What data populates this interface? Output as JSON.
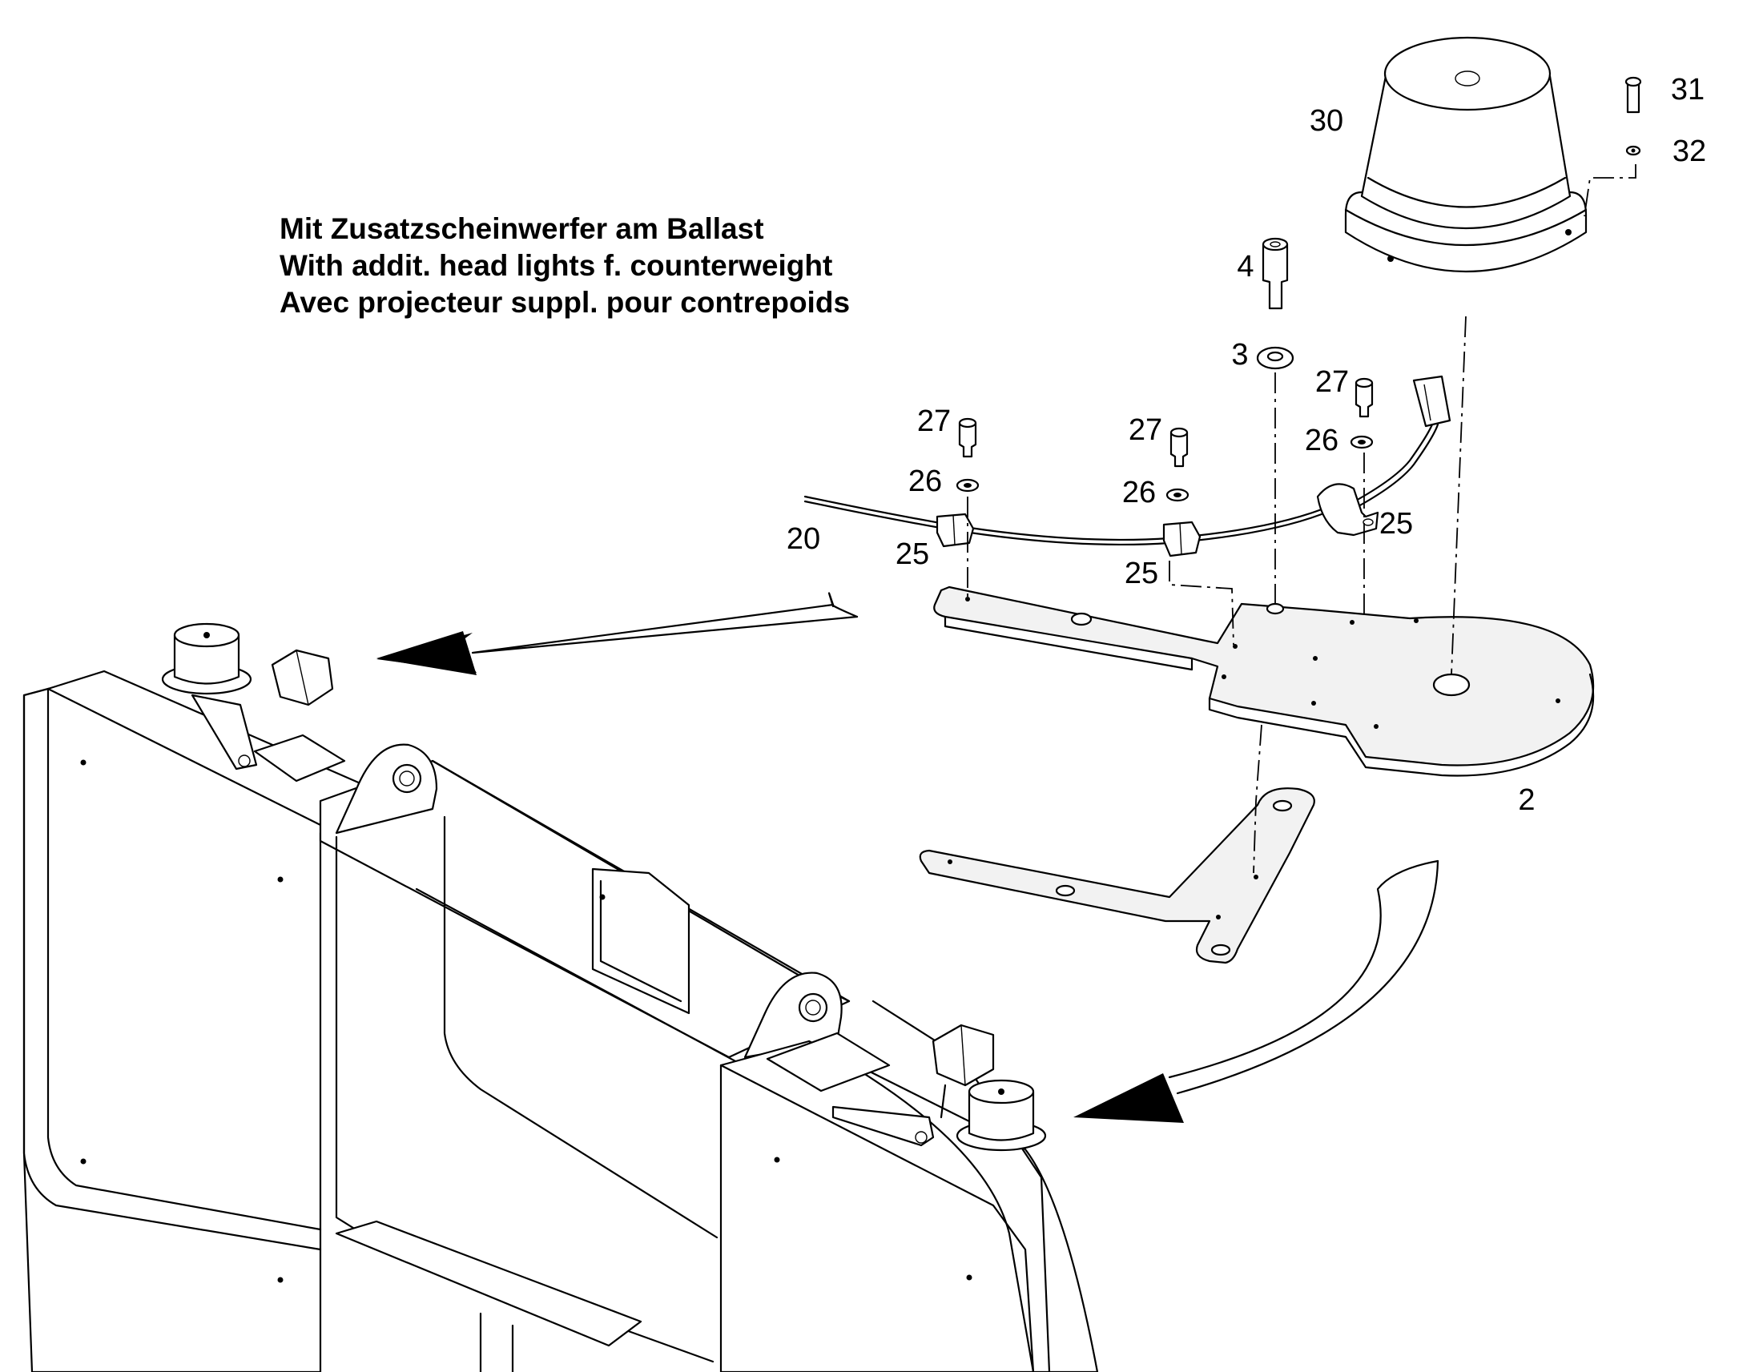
{
  "caption": {
    "line_de": "Mit Zusatzscheinwerfer am Ballast",
    "line_en": "With addit. head lights f. counterweight",
    "line_fr": "Avec projecteur suppl. pour contrepoids"
  },
  "callouts": [
    {
      "id": "c30",
      "label": "30"
    },
    {
      "id": "c31",
      "label": "31"
    },
    {
      "id": "c32",
      "label": "32"
    },
    {
      "id": "c4",
      "label": "4"
    },
    {
      "id": "c3",
      "label": "3"
    },
    {
      "id": "c27a",
      "label": "27"
    },
    {
      "id": "c27b",
      "label": "27"
    },
    {
      "id": "c27c",
      "label": "27"
    },
    {
      "id": "c26a",
      "label": "26"
    },
    {
      "id": "c26b",
      "label": "26"
    },
    {
      "id": "c26c",
      "label": "26"
    },
    {
      "id": "c20",
      "label": "20"
    },
    {
      "id": "c25a",
      "label": "25"
    },
    {
      "id": "c25b",
      "label": "25"
    },
    {
      "id": "c25c",
      "label": "25"
    },
    {
      "id": "c2",
      "label": "2"
    }
  ],
  "colors": {
    "line": "#000000",
    "background": "#ffffff",
    "part_fill": "#f2f2f2"
  }
}
